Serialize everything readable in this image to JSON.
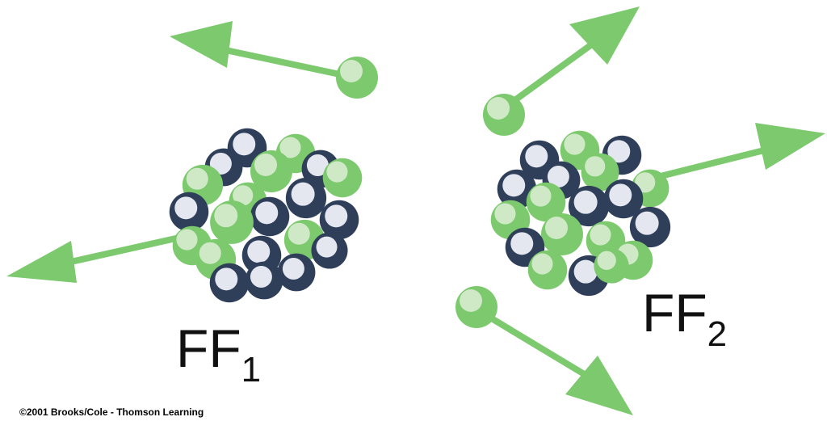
{
  "labels": {
    "fragment_1": {
      "main": "FF",
      "subscript": "1"
    },
    "fragment_2": {
      "main": "FF",
      "subscript": "2"
    }
  },
  "copyright": "©2001 Brooks/Cole - Thomson Learning",
  "colors": {
    "proton_green": "#7cc96e",
    "proton_highlight": "#cfe9c6",
    "neutron_navy": "#2f3f5a",
    "neutron_core": "#e4e7ef",
    "arrow_green": "#7cc96e",
    "text": "#111111"
  },
  "icons": {
    "particle": "sphere",
    "nucleus": "cluster-of-spheres",
    "motion": "arrow"
  }
}
